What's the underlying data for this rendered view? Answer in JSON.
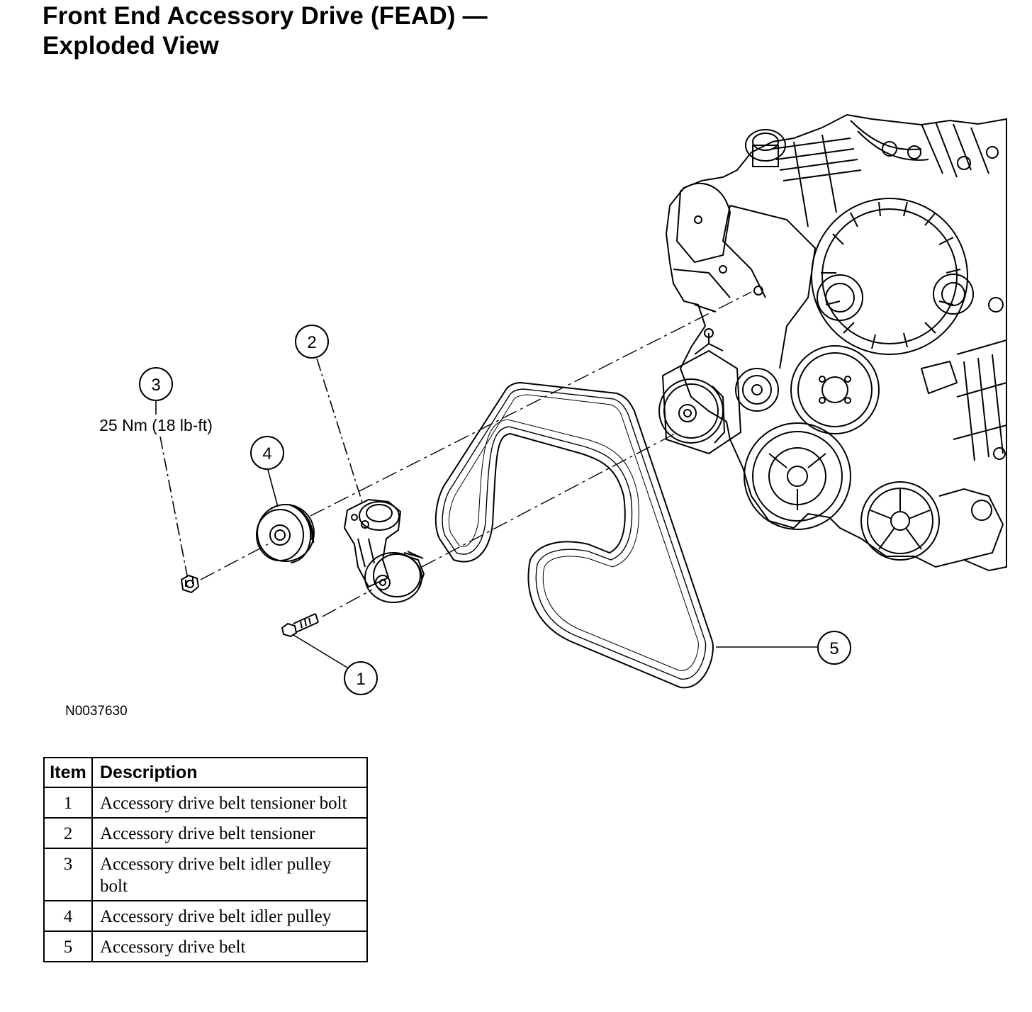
{
  "title": {
    "line1": "Front End Accessory Drive (FEAD) —",
    "line2": "Exploded View"
  },
  "figure": {
    "id": "N0037630",
    "callouts": [
      "1",
      "2",
      "3",
      "4",
      "5"
    ],
    "torque_spec": "25 Nm (18 lb-ft)"
  },
  "legend": {
    "headers": [
      "Item",
      "Description"
    ],
    "rows": [
      {
        "item": "1",
        "description": "Accessory drive belt tensioner bolt"
      },
      {
        "item": "2",
        "description": "Accessory drive belt tensioner"
      },
      {
        "item": "3",
        "description": "Accessory drive belt idler pulley bolt"
      },
      {
        "item": "4",
        "description": "Accessory drive belt idler pulley"
      },
      {
        "item": "5",
        "description": "Accessory drive belt"
      }
    ]
  }
}
